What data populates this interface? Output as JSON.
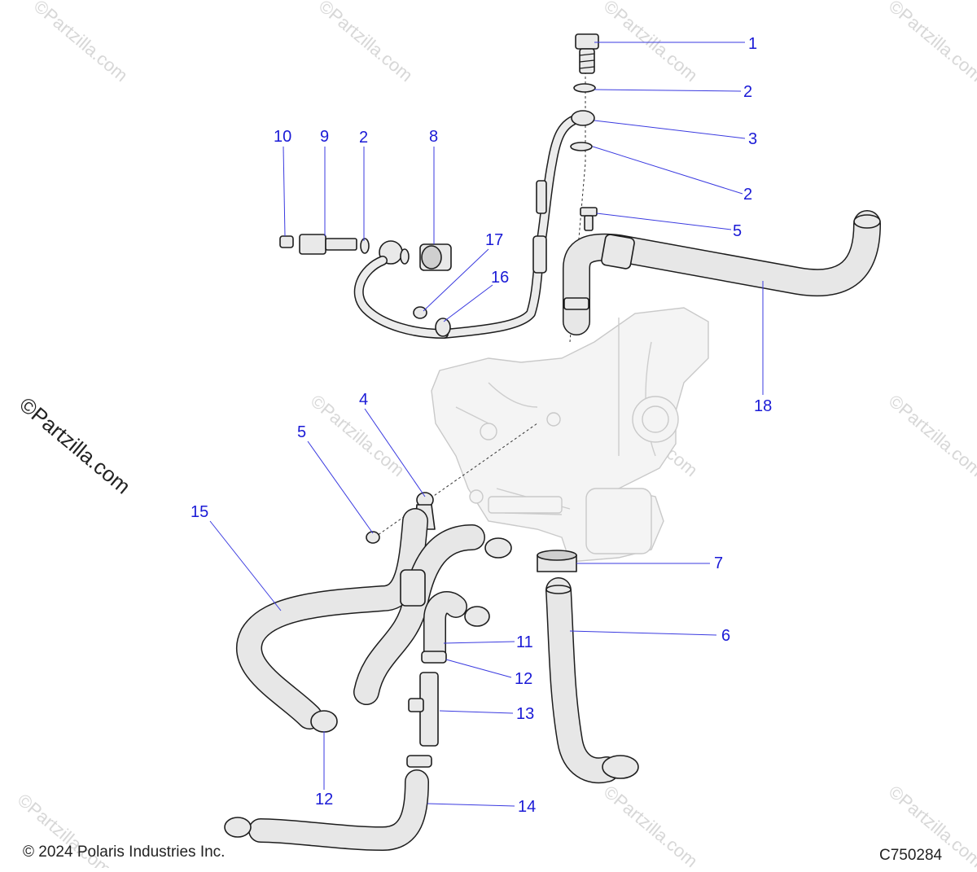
{
  "callouts": [
    "1",
    "2",
    "2",
    "3",
    "5",
    "18",
    "10",
    "9",
    "2",
    "8",
    "17",
    "16",
    "4",
    "5",
    "15",
    "7",
    "6",
    "11",
    "12",
    "13",
    "12",
    "14"
  ],
  "watermark": "©Partzilla.com",
  "footer": {
    "copyright": "© 2024 Polaris Industries Inc.",
    "diagram_code": "C750284"
  }
}
